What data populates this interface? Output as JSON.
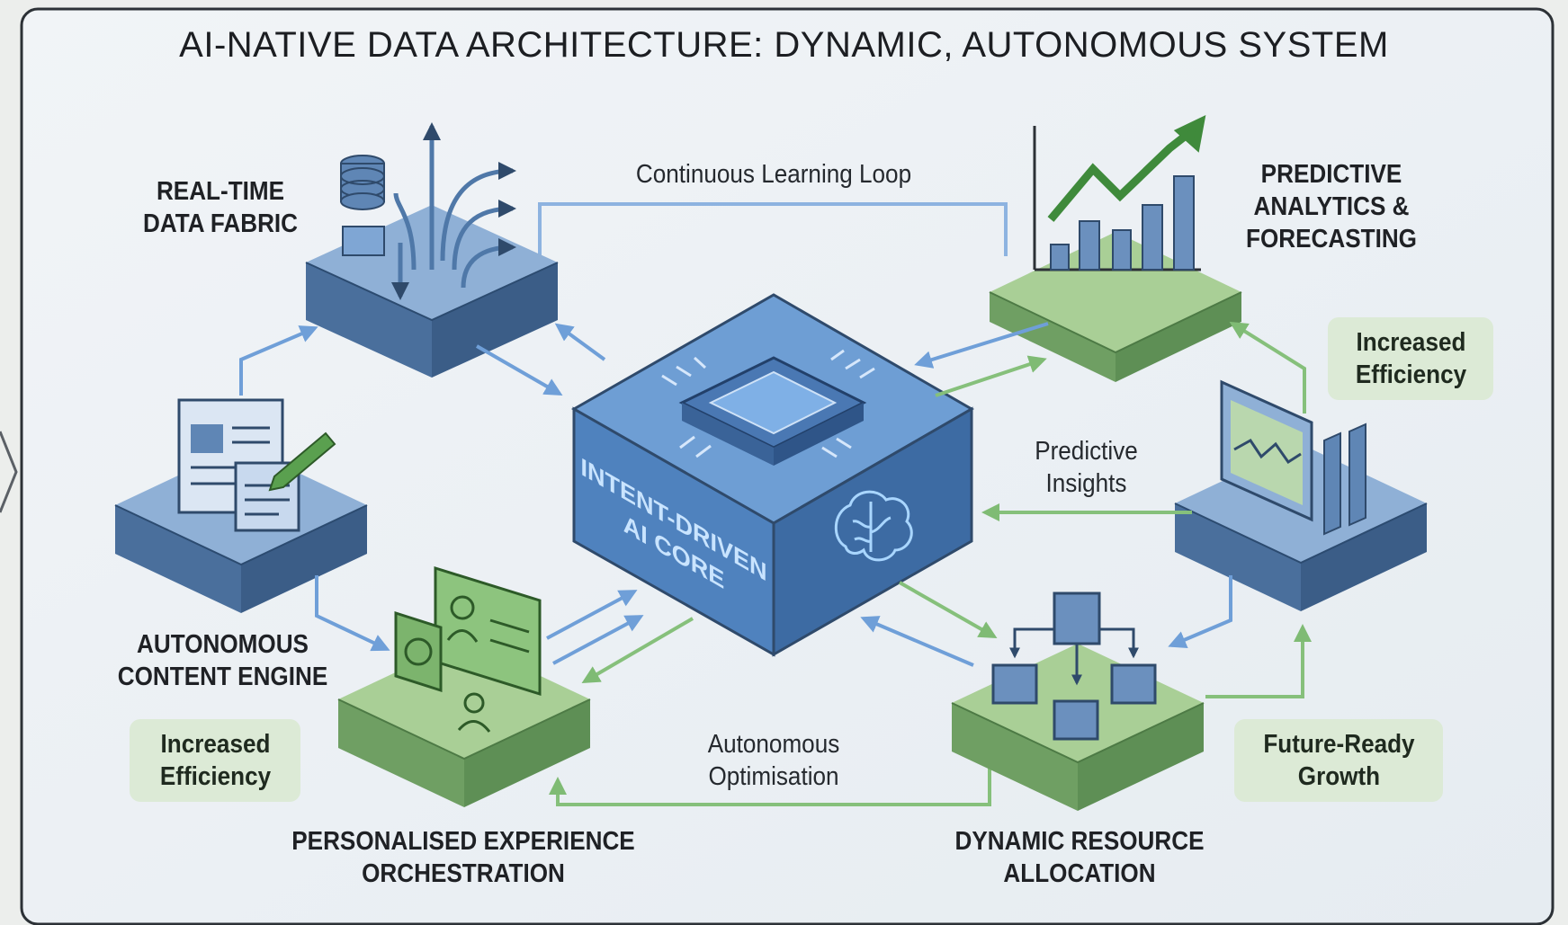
{
  "title": "AI-NATIVE DATA ARCHITECTURE: DYNAMIC, AUTONOMOUS SYSTEM",
  "core": {
    "line1": "INTENT-DRIVEN",
    "line2": "AI CORE"
  },
  "nodes": {
    "data_fabric": {
      "line1": "REAL-TIME",
      "line2": "DATA FABRIC"
    },
    "predictive": {
      "line1": "PREDICTIVE",
      "line2": "ANALYTICS &",
      "line3": "FORECASTING"
    },
    "content_engine": {
      "line1": "AUTONOMOUS",
      "line2": "CONTENT ENGINE"
    },
    "personalised": {
      "line1": "PERSONALISED EXPERIENCE",
      "line2": "ORCHESTRATION"
    },
    "resource": {
      "line1": "DYNAMIC RESOURCE",
      "line2": "ALLOCATION"
    }
  },
  "flows": {
    "learning_loop": "Continuous Learning Loop",
    "predictive_insights": {
      "line1": "Predictive",
      "line2": "Insights"
    },
    "optimisation": {
      "line1": "Autonomous",
      "line2": "Optimisation"
    }
  },
  "badges": {
    "efficiency_right": {
      "line1": "Increased",
      "line2": "Efficiency"
    },
    "efficiency_left": {
      "line1": "Increased",
      "line2": "Efficiency"
    },
    "growth": {
      "line1": "Future-Ready",
      "line2": "Growth"
    }
  },
  "colors": {
    "blue_top": "#8fb0d6",
    "blue_front": "#4a6f9c",
    "green_top": "#a9cf96",
    "green_front": "#5e8f55",
    "arrow_blue": "#6f9fd8",
    "arrow_green": "#7fbb74"
  }
}
